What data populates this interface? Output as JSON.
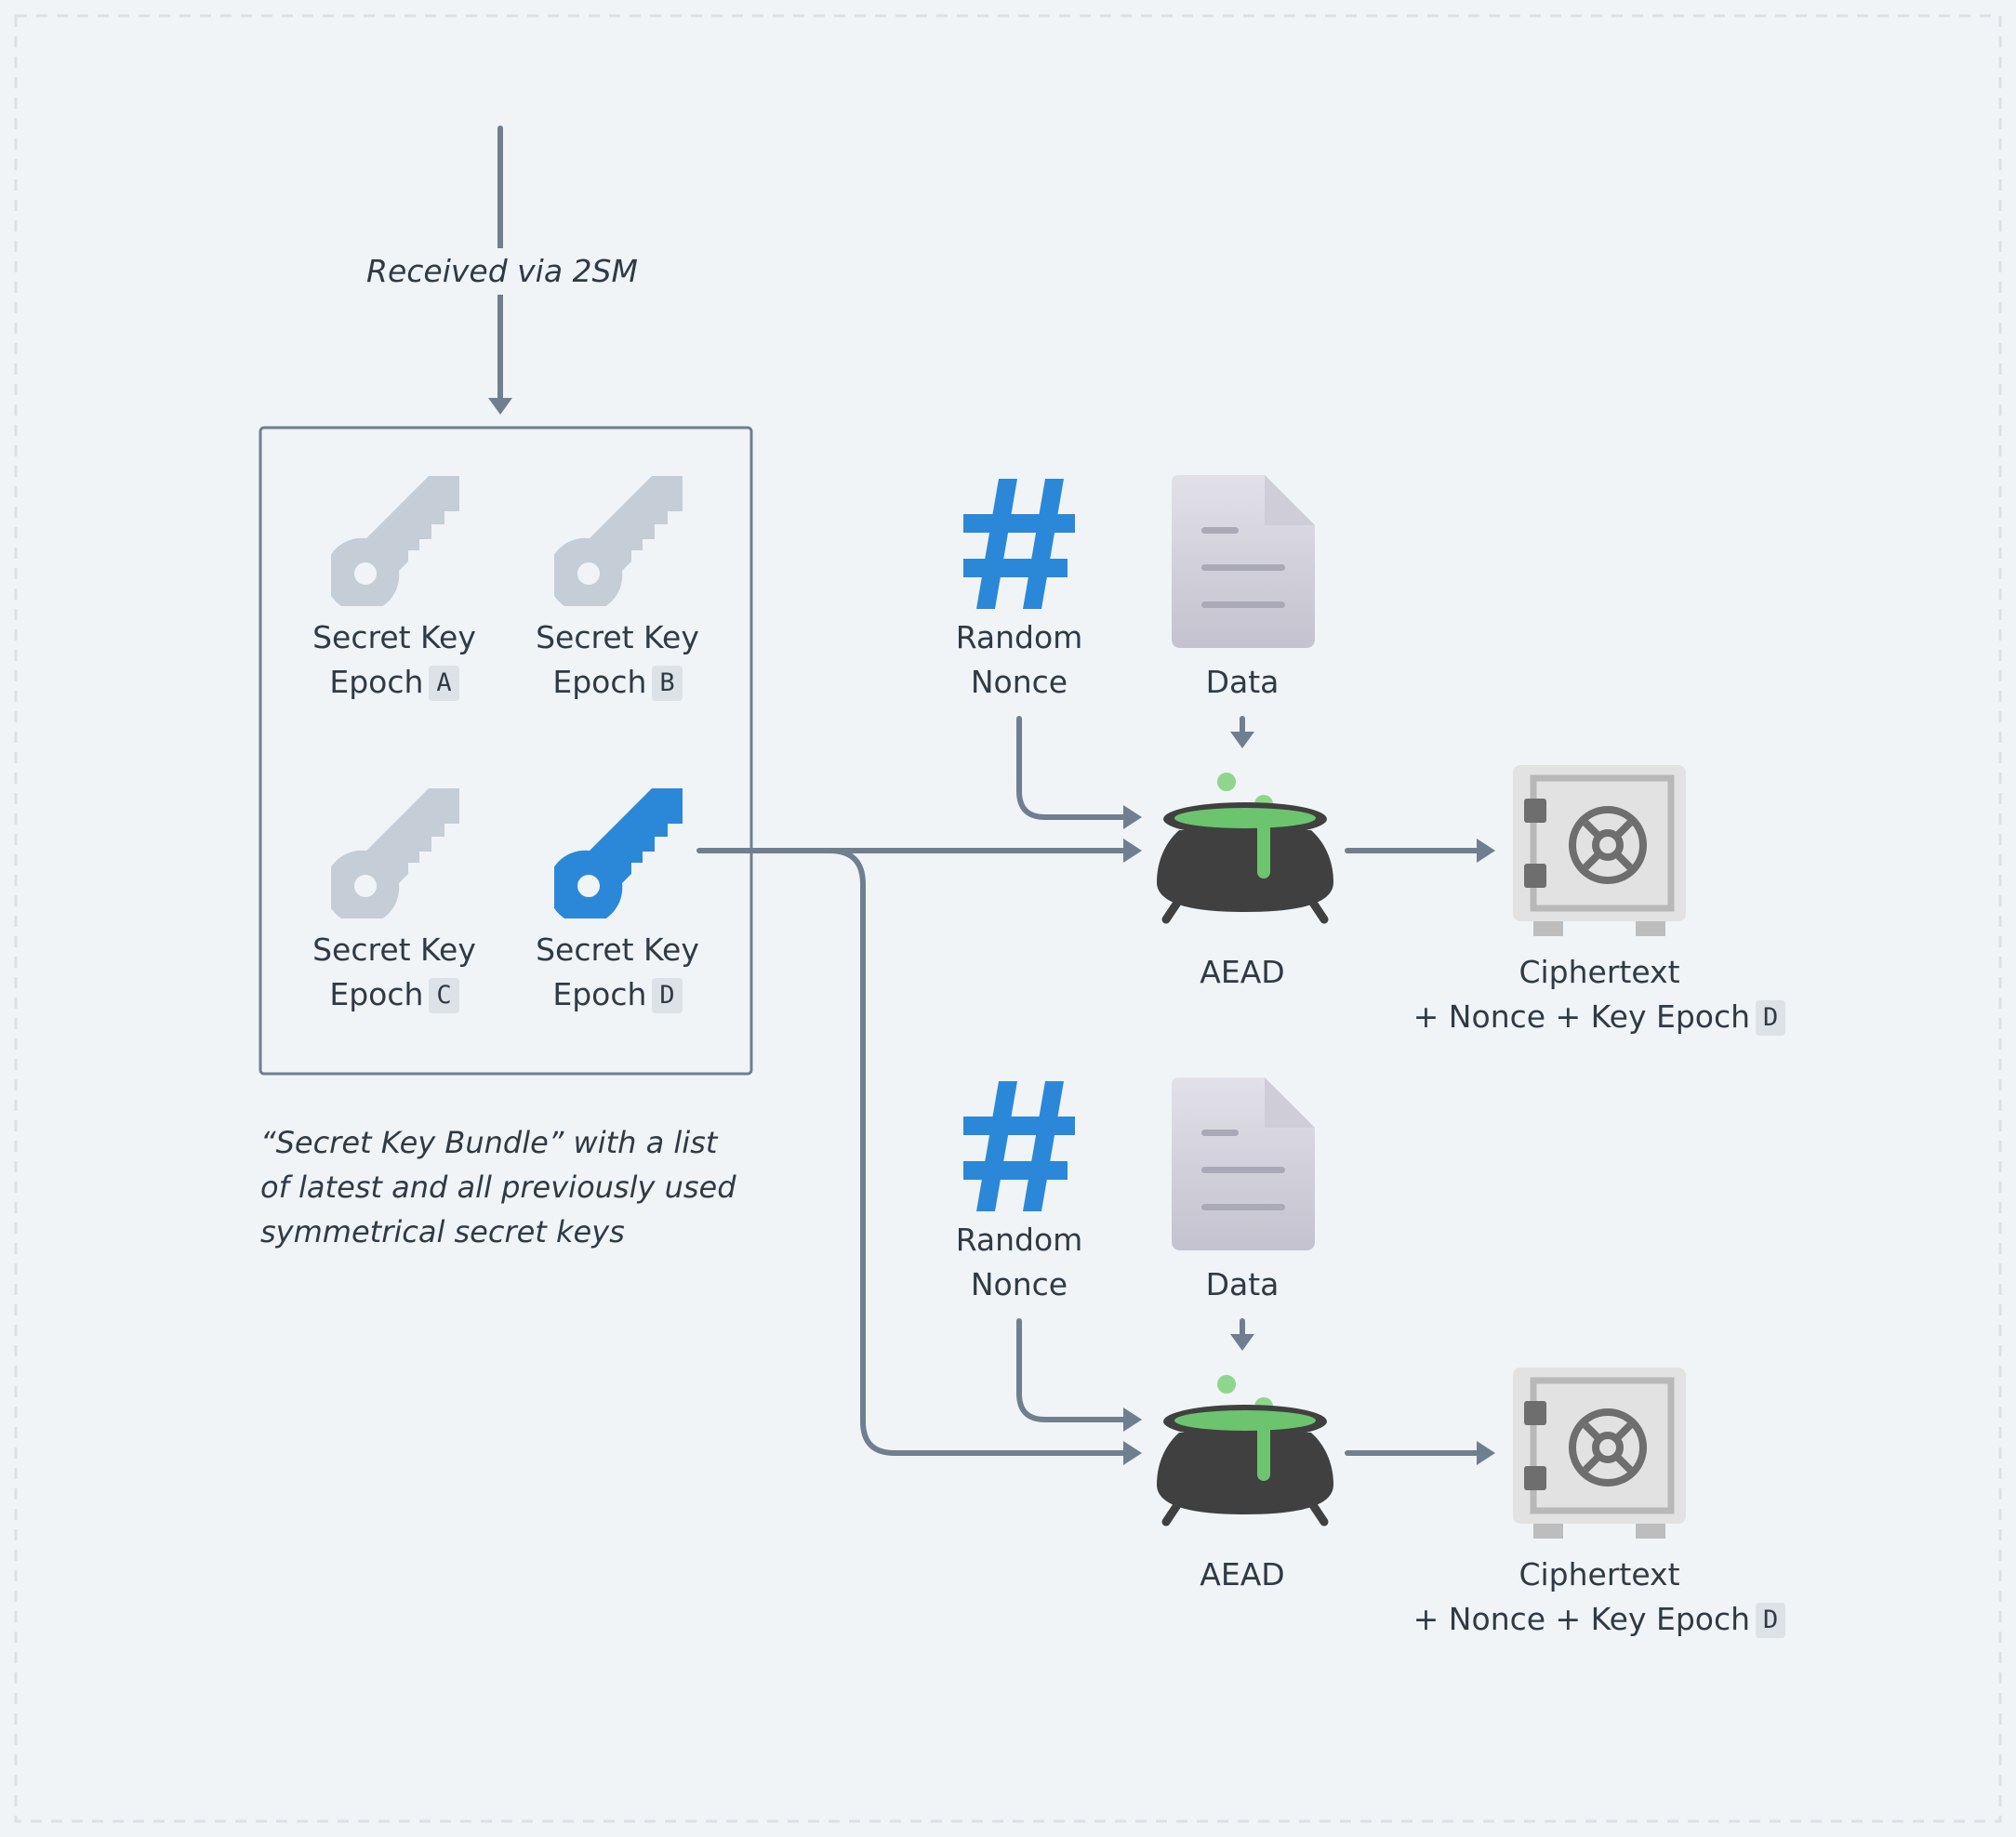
{
  "arrow_label": "Received via 2SM",
  "bundle": {
    "caption_lines": [
      "“Secret Key Bundle” with a list",
      "of latest and all previously used",
      "symmetrical secret keys"
    ],
    "keys": [
      {
        "line1": "Secret Key",
        "line2": "Epoch",
        "epoch": "A",
        "active": false
      },
      {
        "line1": "Secret Key",
        "line2": "Epoch",
        "epoch": "B",
        "active": false
      },
      {
        "line1": "Secret Key",
        "line2": "Epoch",
        "epoch": "C",
        "active": false
      },
      {
        "line1": "Secret Key",
        "line2": "Epoch",
        "epoch": "D",
        "active": true
      }
    ]
  },
  "flows": [
    {
      "nonce_line1": "Random",
      "nonce_line2": "Nonce",
      "data_label": "Data",
      "aead_label": "AEAD",
      "output_line1": "Ciphertext",
      "output_line2": "+ Nonce + Key Epoch",
      "output_epoch": "D"
    },
    {
      "nonce_line1": "Random",
      "nonce_line2": "Nonce",
      "data_label": "Data",
      "aead_label": "AEAD",
      "output_line1": "Ciphertext",
      "output_line2": "+ Nonce + Key Epoch",
      "output_epoch": "D"
    }
  ],
  "colors": {
    "background": "#f0f4f7",
    "connector": "#6f7f8f",
    "key_inactive": "#c5ced6",
    "key_active": "#2b88d9",
    "hash": "#2b88d9",
    "cauldron": "#404040",
    "potion": "#6cc46e",
    "safe": "#e2e2e2"
  }
}
